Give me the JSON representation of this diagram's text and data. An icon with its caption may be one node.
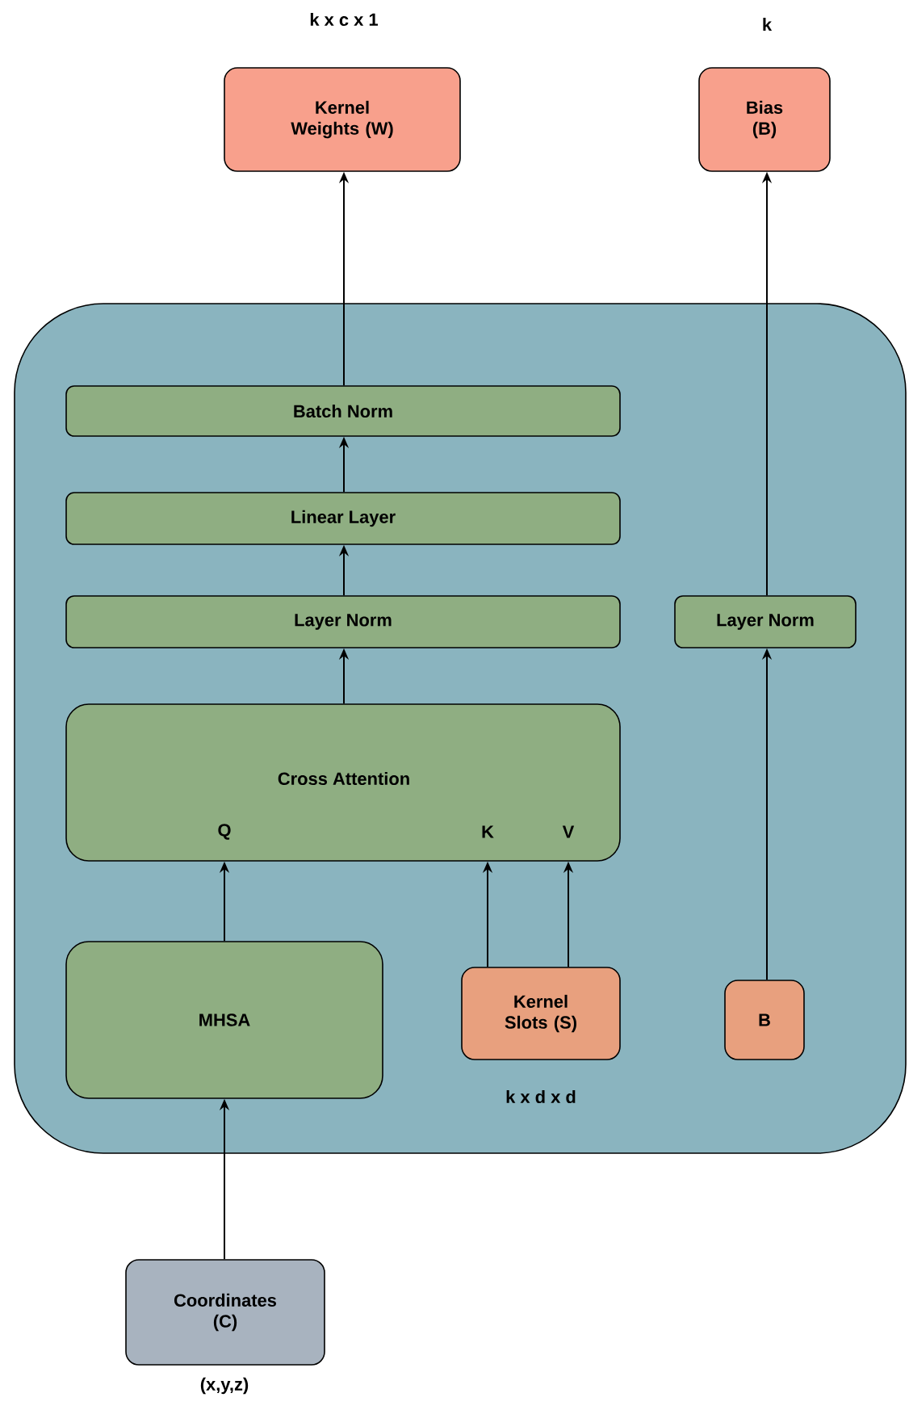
{
  "diagram": {
    "nodes": [
      {
        "text": [],
        "shape": "box"
      },
      {
        "text": [
          "Kernel Weights (W)"
        ],
        "beside": [
          "k x c x 1"
        ]
      },
      {
        "text": [
          "Bias (B)"
        ],
        "beside": [
          "k"
        ]
      },
      {
        "text": [
          "Batch Norm"
        ],
        "in": 0
      },
      {
        "text": [
          "Linear Layer"
        ],
        "in": 0
      },
      {
        "text": [
          "Layer Norm"
        ],
        "in": 0
      },
      {
        "text": [
          "Cross Attention",
          "Q",
          "K",
          "V"
        ],
        "in": 0
      },
      {
        "text": [
          "Layer Norm"
        ],
        "in": 0
      },
      {
        "text": [
          "MHSA"
        ],
        "in": 0
      },
      {
        "text": [
          "Kernel Slots (S)"
        ],
        "beside": [
          "k x d x d"
        ],
        "in": 0
      },
      {
        "text": [
          "B"
        ],
        "in": 0
      },
      {
        "text": [
          "Coordinates (C)"
        ],
        "beside": [
          "(x,y,z)"
        ]
      }
    ],
    "edges": [
      {
        "from": 3,
        "to": 1,
        "arrow": "to"
      },
      {
        "from": 4,
        "to": 3,
        "arrow": "to"
      },
      {
        "from": 5,
        "to": 4,
        "arrow": "to"
      },
      {
        "from": 6,
        "to": 5,
        "arrow": "to"
      },
      {
        "from": 8,
        "to": 6,
        "arrow": "to"
      },
      {
        "from": 9,
        "to": 6,
        "arrow": "to"
      },
      {
        "from": 9,
        "to": 6,
        "arrow": "to"
      },
      {
        "from": 10,
        "to": 7,
        "arrow": "to"
      },
      {
        "from": 7,
        "to": 2,
        "arrow": "to"
      },
      {
        "from": 11,
        "to": 8,
        "arrow": "to"
      }
    ]
  }
}
